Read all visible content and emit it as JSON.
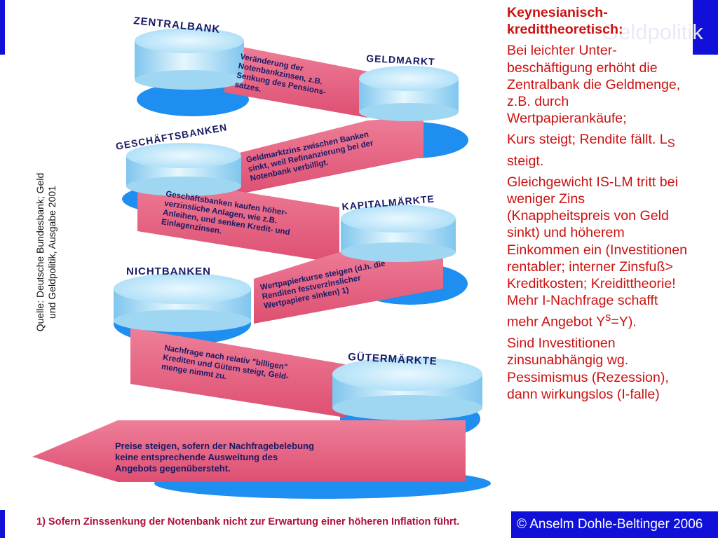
{
  "header": {
    "title": "Geldpolitik"
  },
  "diagram": {
    "nodes": [
      {
        "id": "zentralbank",
        "label": "ZENTRALBANK"
      },
      {
        "id": "geldmarkt",
        "label": "GELDMARKT"
      },
      {
        "id": "geschaeftsbanken",
        "label": "GESCHÄFTSBANKEN"
      },
      {
        "id": "kapitalmaerkte",
        "label": "KAPITALMÄRKTE"
      },
      {
        "id": "nichtbanken",
        "label": "NICHTBANKEN"
      },
      {
        "id": "gueterraerkte",
        "label": "GÜTERMÄRKTE"
      }
    ],
    "ribbons": [
      {
        "id": "ribbon-1",
        "lines": [
          "Veränderung der",
          "Notenbankzinsen, z.B.",
          "Senkung des Pensions-",
          "satzes."
        ]
      },
      {
        "id": "ribbon-2",
        "lines": [
          "Geldmarktzins zwischen Banken",
          "sinkt, weil Refinanzierung bei der",
          "Notenbank verbilligt."
        ]
      },
      {
        "id": "ribbon-3",
        "lines": [
          "Geschäftsbanken kaufen höher-",
          "verzinsliche Anlagen, wie z.B.",
          "Anleihen, und senken Kredit- und",
          "Einlagenzinsen."
        ]
      },
      {
        "id": "ribbon-4",
        "lines": [
          "Wertpapierkurse steigen (d.h. die",
          "Renditen festverzinslicher",
          "Wertpapiere sinken)  1)"
        ]
      },
      {
        "id": "ribbon-5",
        "lines": [
          "Nachfrage nach relativ \"billigen\"",
          "Krediten und Gütern steigt, Geld-",
          "menge nimmt zu."
        ]
      },
      {
        "id": "ribbon-6",
        "lines": [
          "Preise steigen, sofern der Nachfragebelebung",
          "keine entsprechende Ausweitung des",
          "Angebots gegenübersteht."
        ]
      }
    ]
  },
  "source_note": "Quelle: Deutsche Bundesbank; Geld und Geldpolitik, Ausgabe 2001",
  "text_panel": {
    "heading": "Keynesianisch-kredittheoretisch:",
    "p1": "Bei leichter Unter-beschäftigung erhöht die Zentralbank die Geldmenge, z.B. durch Wertpapierankäufe;",
    "p2_prefix": "Kurs steigt; Rendite fällt. L",
    "p2_sub": "S",
    "p2_suffix": " steigt.",
    "p3_prefix": "Gleichgewicht IS-LM tritt bei weniger Zins (Knappheitspreis von Geld sinkt) und höherem Einkommen ein (Investitionen rentabler; interner Zinsfuß> Kreditkosten; Kreidittheorie! Mehr I-Nachfrage schafft mehr Angebot Y",
    "p3_sup": "s",
    "p3_suffix": "=Y).",
    "p4": "Sind Investitionen zinsunabhängig wg. Pessimismus (Rezession), dann wirkungslos (I-falle)"
  },
  "footnote": "1)  Sofern Zinssenkung der Notenbank nicht zur Erwartung einer höheren Inflation führt.",
  "copyright": "© Anselm Dohle-Beltinger 2006",
  "colors": {
    "ribbon_fill": "#e8607e",
    "ribbon_text": "#1a1a66",
    "disk_shadow": "#1e8ef0",
    "disk_top": "#c8ecfb",
    "text_red": "#cc1111",
    "accent_blue": "#1010d8"
  }
}
